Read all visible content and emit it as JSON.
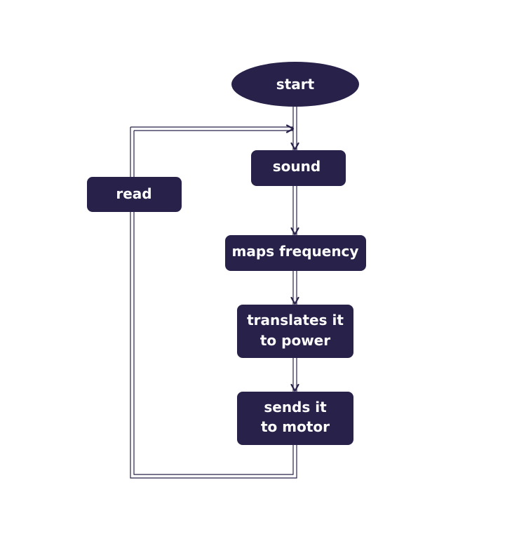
{
  "diagram": {
    "colors": {
      "node_fill": "#28224a",
      "node_text": "#ffffff",
      "edge": "#28224a",
      "background": "#ffffff"
    },
    "nodes": {
      "start": {
        "label": "start",
        "shape": "ellipse"
      },
      "sound": {
        "label": "sound",
        "shape": "rounded-rect"
      },
      "maps_frequency": {
        "label": "maps frequency",
        "shape": "rounded-rect"
      },
      "translates": {
        "line1": "translates it",
        "line2": "to power",
        "shape": "rounded-rect"
      },
      "sends": {
        "line1": "sends it",
        "line2": "to motor",
        "shape": "rounded-rect"
      },
      "read": {
        "label": "read",
        "shape": "rounded-rect"
      }
    },
    "edges": [
      {
        "from": "start",
        "to": "sound"
      },
      {
        "from": "sound",
        "to": "maps frequency"
      },
      {
        "from": "maps frequency",
        "to": "translates it to power"
      },
      {
        "from": "translates it to power",
        "to": "sends it to motor"
      },
      {
        "from": "sends it to motor",
        "to": "read"
      },
      {
        "from": "read",
        "to": "sound"
      }
    ]
  }
}
